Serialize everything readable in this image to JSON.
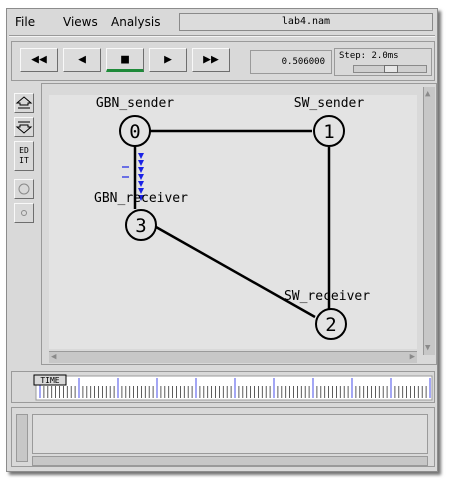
{
  "menu": {
    "file": "File",
    "views": "Views",
    "analysis": "Analysis"
  },
  "window_title": "lab4.nam",
  "controls": {
    "rewind_icon": "double-left-arrow",
    "back_icon": "left-triangle",
    "stop_icon": "square",
    "play_icon": "right-triangle",
    "fast_forward_icon": "double-right-arrow",
    "rewind": "◀◀",
    "back": "◀",
    "stop": "■",
    "play": "▶",
    "fast_forward": "▶▶",
    "time": "0.506000",
    "step_label": "Step: 2.0ms"
  },
  "tools": {
    "edit_label": "ED IT"
  },
  "network": {
    "nodes": [
      {
        "id": "0",
        "label": "GBN_sender"
      },
      {
        "id": "1",
        "label": "SW_sender"
      },
      {
        "id": "2",
        "label": "SW_receiver"
      },
      {
        "id": "3",
        "label": "GBN_receiver"
      }
    ],
    "links": [
      [
        "0",
        "1"
      ],
      [
        "0",
        "3"
      ],
      [
        "1",
        "2"
      ],
      [
        "3",
        "2"
      ]
    ],
    "packet_color": "#1a22e6",
    "queue_marker_color": "#1a22e6"
  },
  "timeline": {
    "marker_label": "TIME"
  }
}
